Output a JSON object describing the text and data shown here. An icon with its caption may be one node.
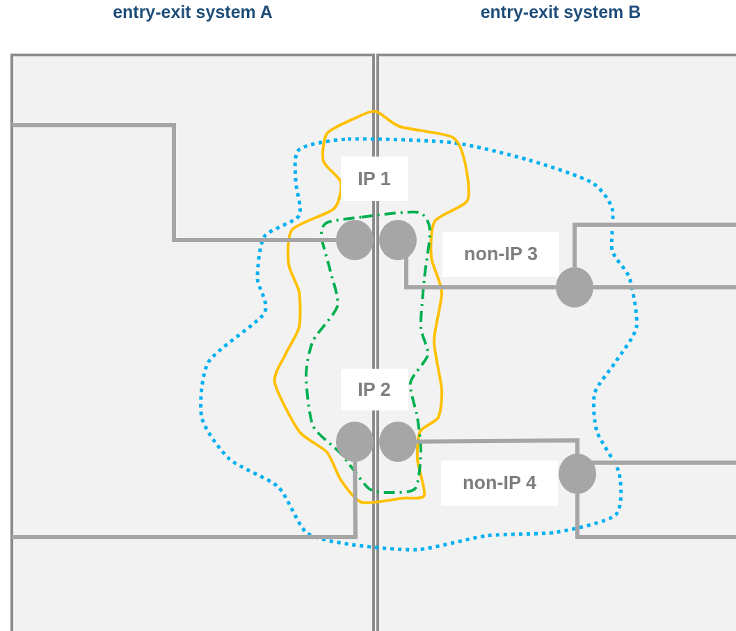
{
  "diagram": {
    "nodes": [
      {
        "text": [
          "entry-exit system A"
        ]
      },
      {
        "text": [
          "entry-exit system B"
        ]
      },
      {
        "text": [
          "IP 1"
        ]
      },
      {
        "text": [],
        "shape": "circle",
        "in": 0
      },
      {
        "text": [],
        "shape": "circle",
        "in": 1
      },
      {
        "text": [
          "non-IP 3"
        ],
        "in": 1
      },
      {
        "text": [],
        "shape": "circle",
        "in": 1
      },
      {
        "text": [
          "IP 2"
        ]
      },
      {
        "text": [],
        "shape": "circle",
        "in": 0
      },
      {
        "text": [],
        "shape": "circle",
        "in": 1
      },
      {
        "text": [
          "non-IP 4"
        ],
        "in": 1
      },
      {
        "text": [],
        "shape": "circle",
        "in": 1
      }
    ],
    "edges": [
      {
        "from": null,
        "to": 3,
        "arrow": "none"
      },
      {
        "from": 4,
        "to": 6,
        "arrow": "none"
      },
      {
        "from": 6,
        "to": null,
        "arrow": "none"
      },
      {
        "from": 6,
        "to": null,
        "arrow": "none"
      },
      {
        "from": 9,
        "to": 11,
        "arrow": "none"
      },
      {
        "from": 11,
        "to": null,
        "arrow": "none"
      },
      {
        "from": 11,
        "to": null,
        "arrow": "none"
      },
      {
        "from": 8,
        "to": null,
        "arrow": "none"
      }
    ]
  }
}
